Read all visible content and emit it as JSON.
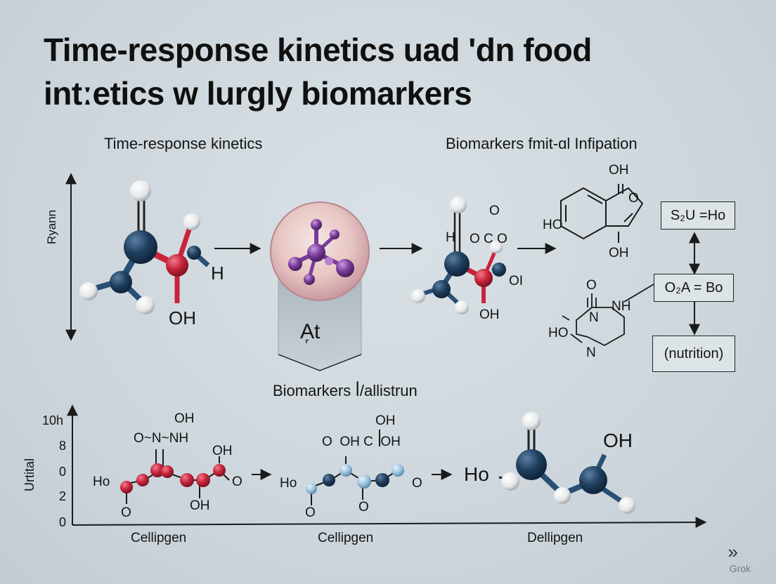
{
  "title": {
    "line1": "Time-response kinetics uad 'dn food",
    "line2": "intːetics w lurgly biomarkers"
  },
  "sections": {
    "left_heading": "Time-response kinetics",
    "right_heading": "Biomarkers fmit-ɑl Infipation",
    "middle_caption": "Biomarkers ꟾ/allistrun"
  },
  "top_axis": {
    "label": "Ryann"
  },
  "top_molecules": {
    "left_oh": "OH",
    "left_h": "H",
    "capsule_label": "A᷊t",
    "mid_o_top": "O",
    "mid_o_c_o": "O C O",
    "mid_h": "H",
    "mid_oi": "OI",
    "mid_oh": "OH"
  },
  "ring_labels": {
    "oh_top": "OH",
    "o_right": "O",
    "ho_left": "HO",
    "oh_bottom": "OH",
    "o_amide": "O",
    "nh": "NH",
    "n_inner": "N",
    "ho_low": "HO",
    "n_low": "N"
  },
  "flow_boxes": {
    "box1": "S₂U =Ho",
    "box2": "O₂A = Bo",
    "box3": "(nutrition)"
  },
  "bottom_chart": {
    "y_label": "Urtital",
    "y_ticks": [
      "10h",
      "8",
      "0",
      "2",
      "0"
    ],
    "x_labels": [
      "Cellipgen",
      "Cellipgen",
      "Dellipgen"
    ]
  },
  "bottom_molecules": {
    "m1": {
      "oh_top": "OH",
      "o_n_nh": "O~N~NH",
      "ho": "Ho",
      "oh_right": "OH",
      "o_end": "O",
      "oh_below": "OH",
      "o_below": "O"
    },
    "m2": {
      "oh_top": "OH",
      "o_oh_c_oh": "O  OH C  OH",
      "ho": "Ho",
      "o_end": "O",
      "o_below1": "O",
      "o_below2": "O"
    },
    "m3": {
      "ho": "Ho",
      "oh": "OH"
    }
  },
  "footer": {
    "chevron": "»",
    "brand": "Grok"
  },
  "colors": {
    "navy_atom": "#1f3f5f",
    "red_atom": "#c8243c",
    "purple_atom": "#7a3c9a",
    "lightblue_atom": "#9cc3dd",
    "background": "#cfd8dd"
  }
}
